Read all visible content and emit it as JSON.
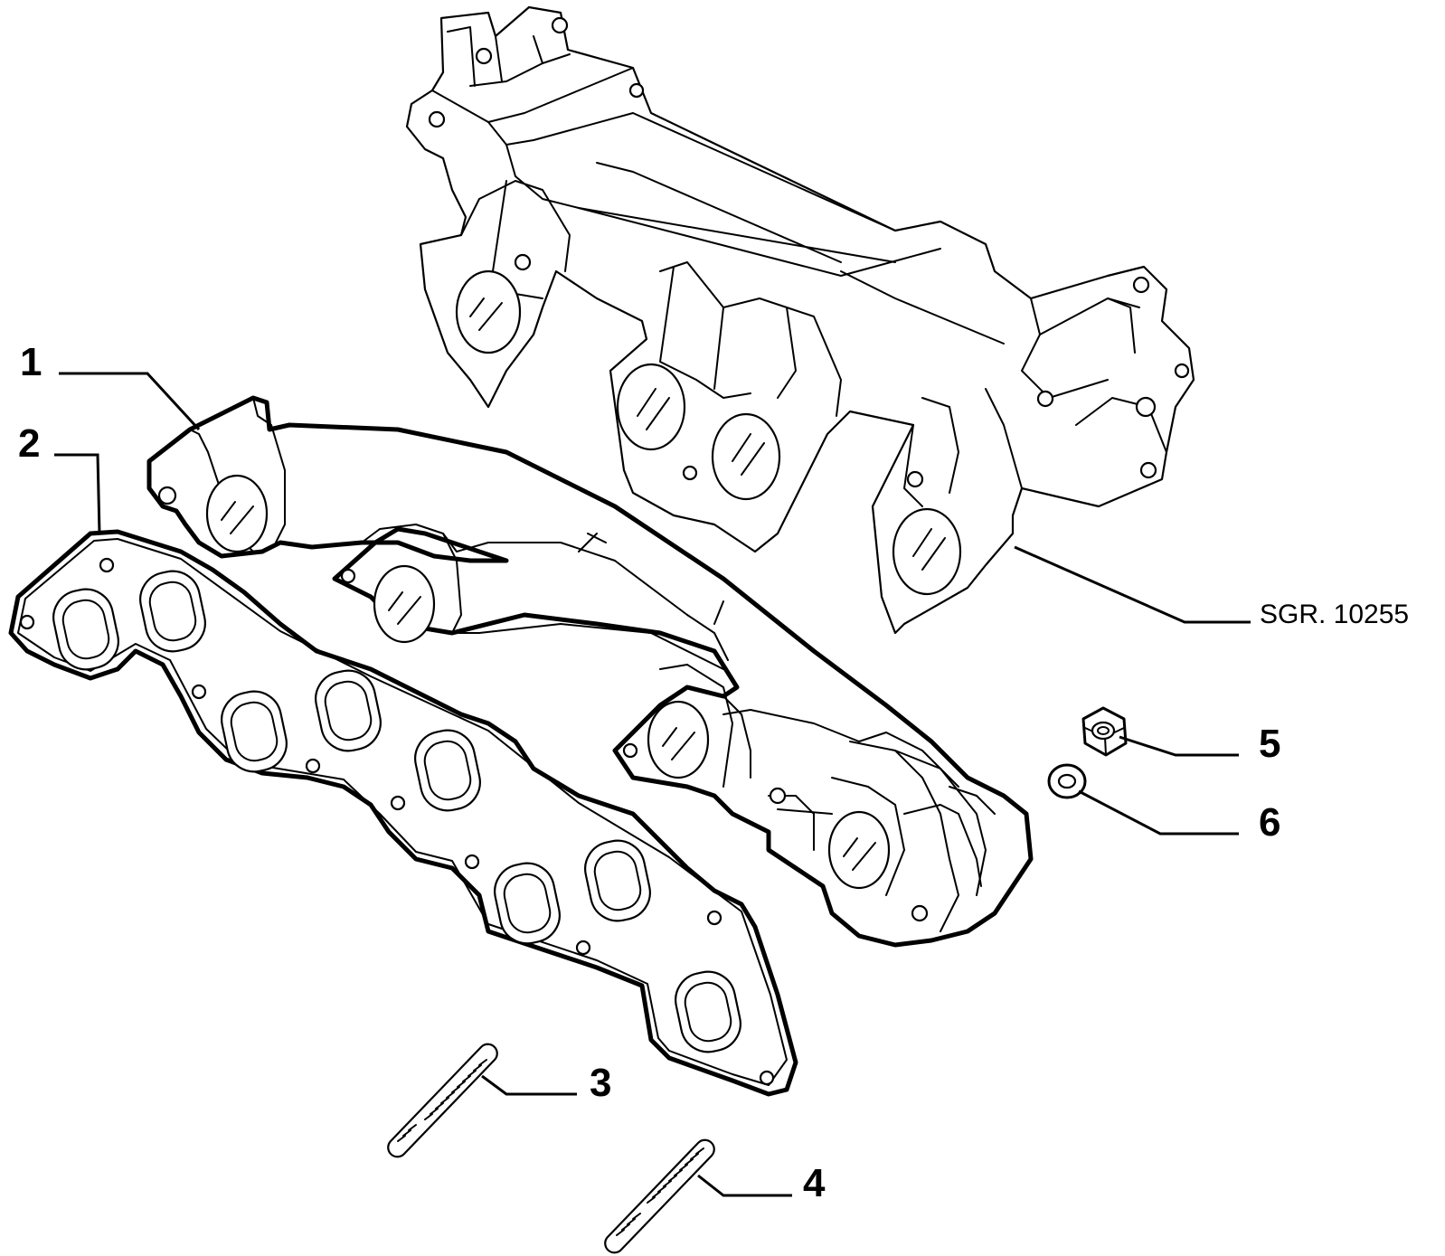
{
  "callouts": [
    {
      "id": "1",
      "label": "1"
    },
    {
      "id": "2",
      "label": "2"
    },
    {
      "id": "3",
      "label": "3"
    },
    {
      "id": "4",
      "label": "4"
    },
    {
      "id": "5",
      "label": "5"
    },
    {
      "id": "6",
      "label": "6"
    }
  ],
  "reference": {
    "label": "SGR. 10255"
  },
  "colors": {
    "ink": "#000000",
    "paper": "#ffffff"
  }
}
